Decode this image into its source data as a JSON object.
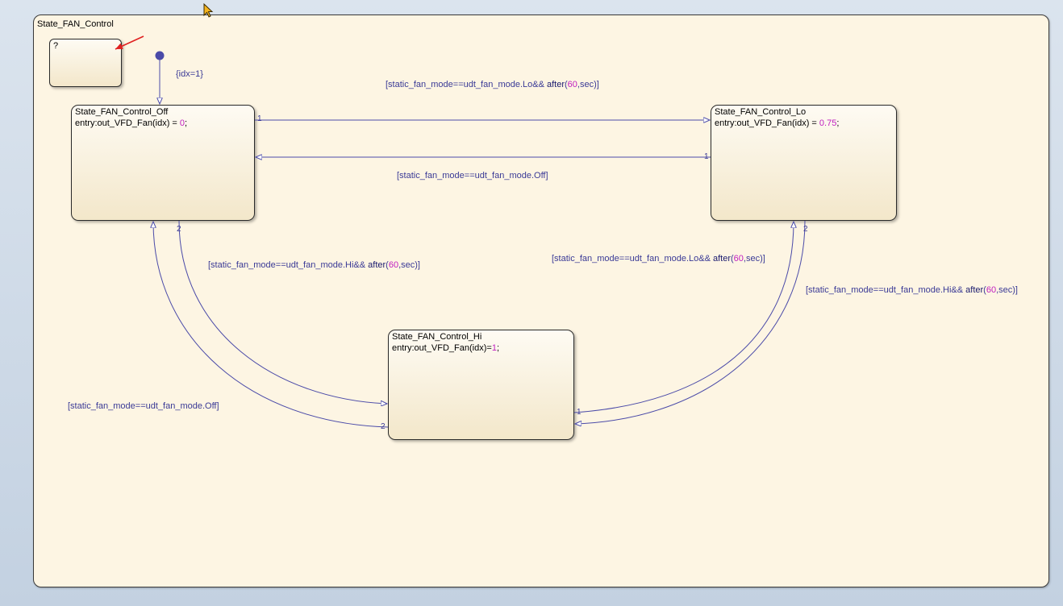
{
  "chart": {
    "title": "State_FAN_Control"
  },
  "junction_box": {
    "label": "?"
  },
  "default_transition": {
    "label": "{idx=1}"
  },
  "states": {
    "off": {
      "name": "State_FAN_Control_Off",
      "entry_prefix": "entry:out_VFD_Fan(idx) = ",
      "entry_value": "0",
      "entry_suffix": ";"
    },
    "lo": {
      "name": "State_FAN_Control_Lo",
      "entry_prefix": "entry:out_VFD_Fan(idx) = ",
      "entry_value": "0.75",
      "entry_suffix": ";"
    },
    "hi": {
      "name": "State_FAN_Control_Hi",
      "entry_prefix": "entry:out_VFD_Fan(idx)=",
      "entry_value": "1",
      "entry_suffix": ";"
    }
  },
  "transitions": {
    "off_to_lo": {
      "prefix": "[static_fan_mode==udt_fan_mode.Lo&& ",
      "fn": "after",
      "open": "(",
      "value": "60",
      "unit": ",sec)]",
      "priority": "1"
    },
    "lo_to_off": {
      "text": "[static_fan_mode==udt_fan_mode.Off]",
      "priority": "1"
    },
    "off_to_hi": {
      "prefix": "[static_fan_mode==udt_fan_mode.Hi&& ",
      "fn": "after",
      "open": "(",
      "value": "60",
      "unit": ",sec)]",
      "priority": "2"
    },
    "hi_to_off": {
      "text": "[static_fan_mode==udt_fan_mode.Off]",
      "priority": "2"
    },
    "hi_to_lo": {
      "prefix": "[static_fan_mode==udt_fan_mode.Lo&& ",
      "fn": "after",
      "open": "(",
      "value": "60",
      "unit": ",sec)]",
      "priority": "1"
    },
    "lo_to_hi": {
      "prefix": "[static_fan_mode==udt_fan_mode.Hi&& ",
      "fn": "after",
      "open": "(",
      "value": "60",
      "unit": ",sec)]",
      "priority": "2"
    }
  },
  "colors": {
    "wire": "#4a4aa8",
    "highlight_arrow": "#e02020",
    "numeric": "#c020c0"
  }
}
